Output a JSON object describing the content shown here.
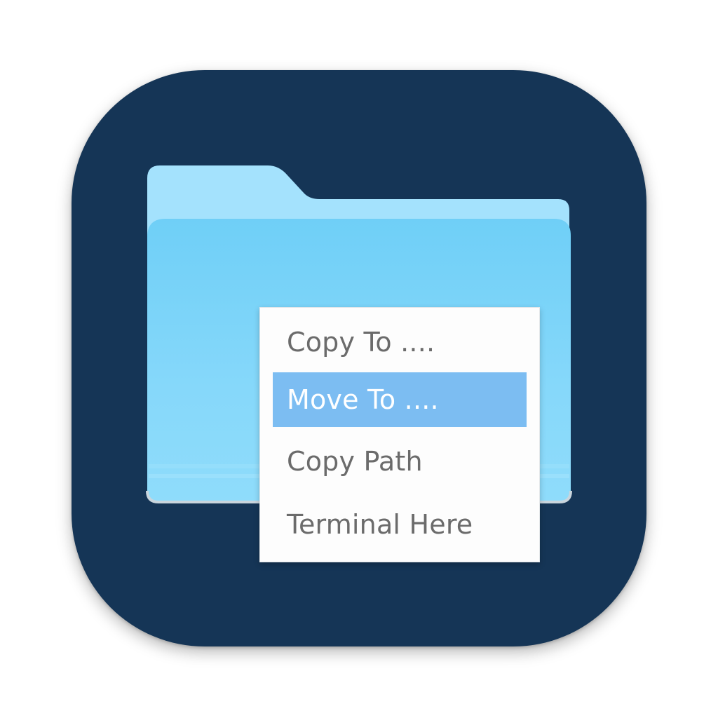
{
  "icon": {
    "background_color": "#153556",
    "folder_back_color": "#a4e2fd",
    "folder_front_color": "#78d2f8",
    "highlight_color": "#7cbdf2"
  },
  "context_menu": {
    "items": [
      {
        "label": "Copy To ....",
        "selected": false
      },
      {
        "label": "Move To ....",
        "selected": true
      },
      {
        "label": "Copy Path",
        "selected": false
      },
      {
        "label": "Terminal Here",
        "selected": false
      }
    ]
  }
}
